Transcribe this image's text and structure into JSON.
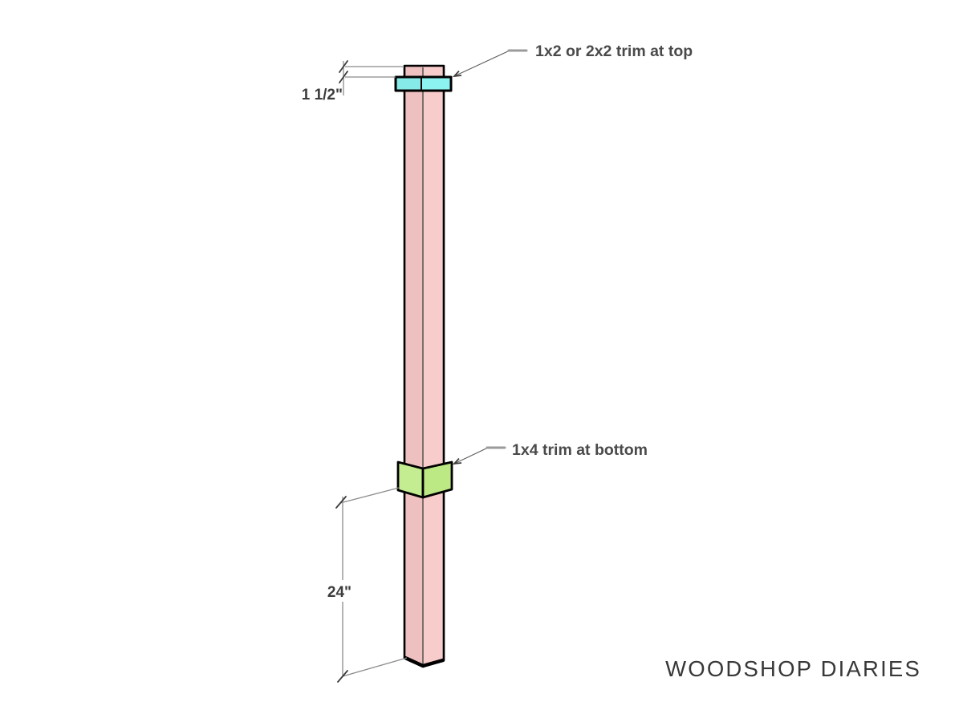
{
  "diagram": {
    "labels": {
      "top_trim": "1x2 or 2x2 trim at top",
      "bottom_trim": "1x4 trim at bottom"
    },
    "dimensions": {
      "top_offset": "1 1/2\"",
      "bottom_height": "24\""
    },
    "watermark": "WOODSHOP DIARIES",
    "colors": {
      "post_left_face": "#eec0bf",
      "post_right_face": "#f8cccb",
      "trim_top_left": "#86eae8",
      "trim_top_right": "#8df3f1",
      "trim_bottom_left": "#c4ec90",
      "trim_bottom_right": "#bce983",
      "outline": "#000000",
      "dimension_line": "#9b9b9b",
      "extension_line": "#8a8a8a",
      "dimension_text": "#3c3c3c",
      "label_text": "#4a4a4a",
      "watermark_text": "#383838"
    }
  }
}
